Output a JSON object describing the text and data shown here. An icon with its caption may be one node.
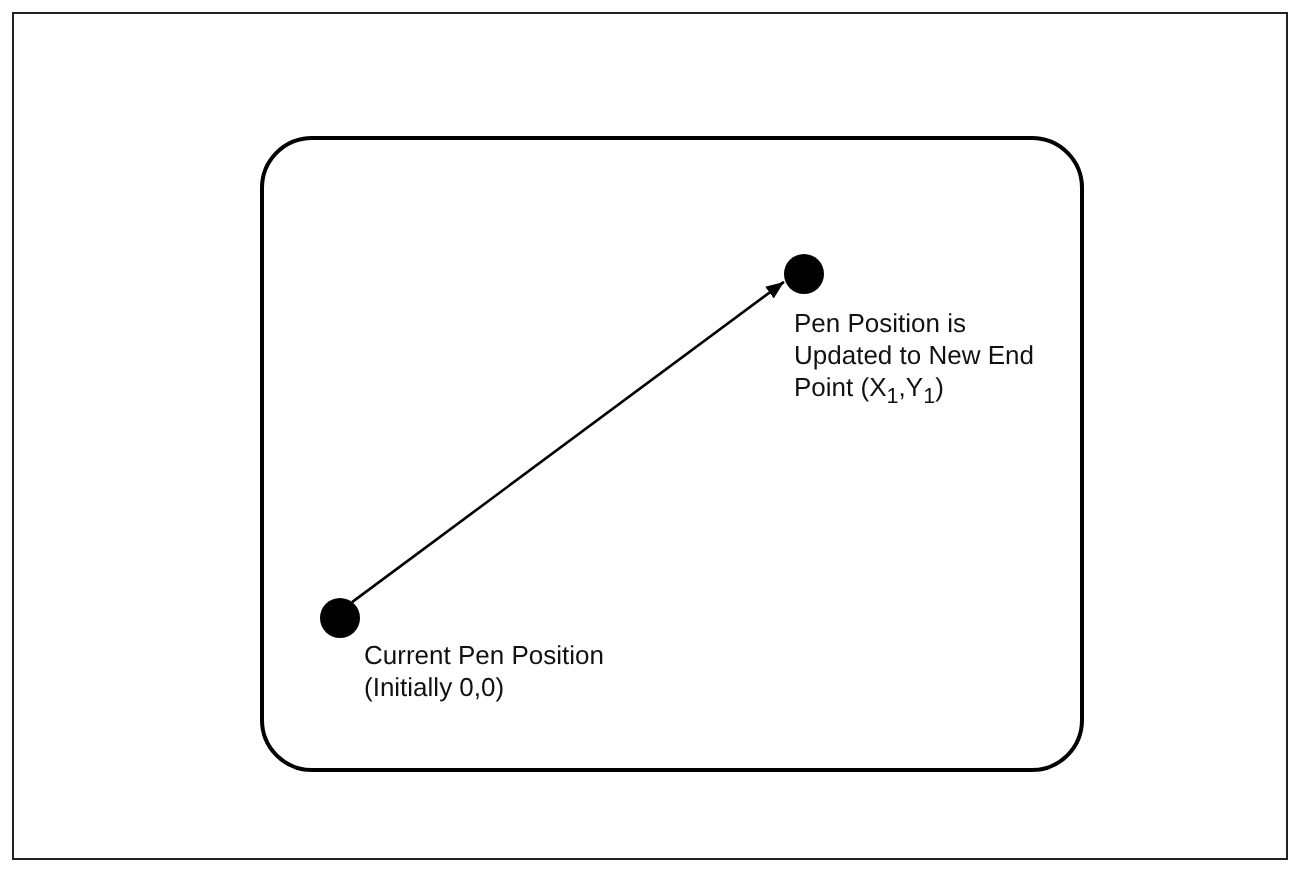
{
  "diagram": {
    "nodes": [
      {
        "text": [],
        "shape": "box"
      },
      {
        "text": [],
        "shape": "circle",
        "in": 0,
        "beside": [
          "Current Pen Position (Initially 0,0)"
        ]
      },
      {
        "text": [],
        "shape": "circle",
        "in": 0,
        "beside": [
          "Pen Position is Updated to New End Point (X$_{1}$,Y$_{1}$)"
        ]
      }
    ],
    "edges": [
      {
        "from": 1,
        "to": 2,
        "arrow": "to"
      }
    ]
  }
}
